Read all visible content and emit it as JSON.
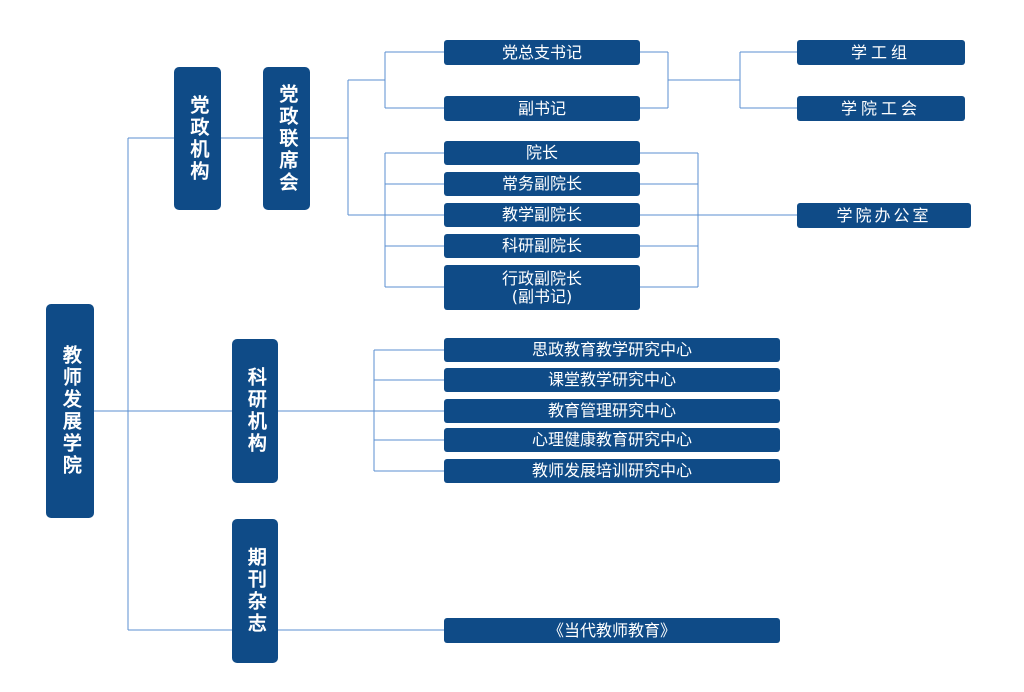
{
  "root": "教师发展学院",
  "groups": {
    "party_admin": "党政机构",
    "joint_meeting": "党政联席会",
    "research": "科研机构",
    "journal": "期刊杂志"
  },
  "party": {
    "secretary": "党总支书记",
    "deputy_secretary": "副书记"
  },
  "party_units": [
    "学工组",
    "学院工会"
  ],
  "deans": [
    "院长",
    "常务副院长",
    "教学副院长",
    "科研副院长",
    "行政副院长\n(副书记)"
  ],
  "office": "学院办公室",
  "research_centers": [
    "思政教育教学研究中心",
    "课堂教学研究中心",
    "教育管理研究中心",
    "心理健康教育研究中心",
    "教师发展培训研究中心"
  ],
  "journal_title": "《当代教师教育》",
  "colors": {
    "box": "#0f4b87",
    "line": "#5b8fd1"
  }
}
